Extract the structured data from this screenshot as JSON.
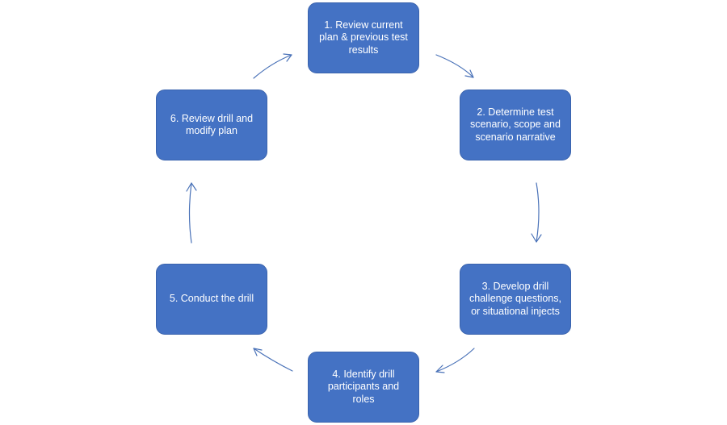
{
  "diagram": {
    "steps": [
      {
        "label": "1. Review current\nplan & previous test\nresults"
      },
      {
        "label": "2. Determine test\nscenario, scope and\nscenario narrative"
      },
      {
        "label": "3.  Develop drill\nchallenge questions,\nor situational injects"
      },
      {
        "label": "4. Identify drill\nparticipants and\nroles"
      },
      {
        "label": "5. Conduct the drill"
      },
      {
        "label": "6. Review drill and\nmodify plan"
      }
    ],
    "colors": {
      "box_fill": "#4472c4",
      "box_text": "#ffffff",
      "arrow": "#4a72b8"
    }
  }
}
